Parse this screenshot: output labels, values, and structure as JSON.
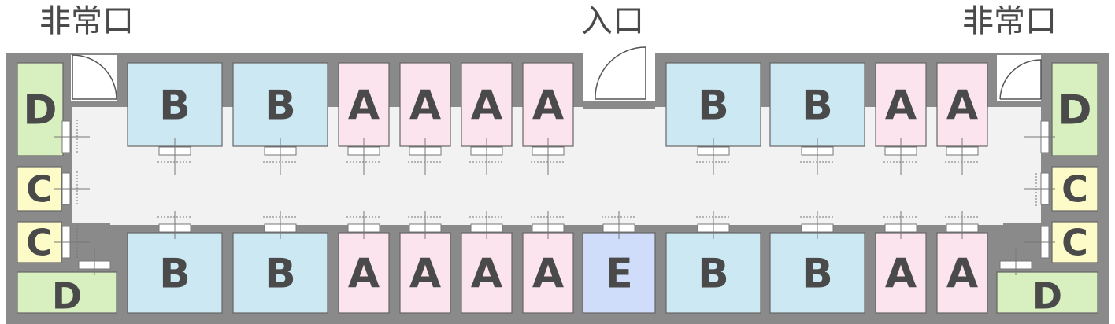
{
  "labels": {
    "exit_left": "非常口",
    "entrance": "入口",
    "exit_right": "非常口"
  },
  "units": {
    "top_row": [
      "D",
      "B",
      "B",
      "A",
      "A",
      "A",
      "A",
      "B",
      "B",
      "A",
      "A",
      "D"
    ],
    "left_side": [
      "C",
      "C"
    ],
    "right_side": [
      "C",
      "C"
    ],
    "bottom_row": [
      "D",
      "B",
      "B",
      "A",
      "A",
      "A",
      "A",
      "E",
      "B",
      "B",
      "A",
      "A",
      "D"
    ]
  },
  "colors": {
    "A": "#fce4ee",
    "B": "#cce8f3",
    "C": "#fdfbc8",
    "D": "#d8efc0",
    "E": "#cfdcfa",
    "wall": "#8a8a8a",
    "corridor": "#f2f2f2",
    "text": "#4a4a4a"
  }
}
